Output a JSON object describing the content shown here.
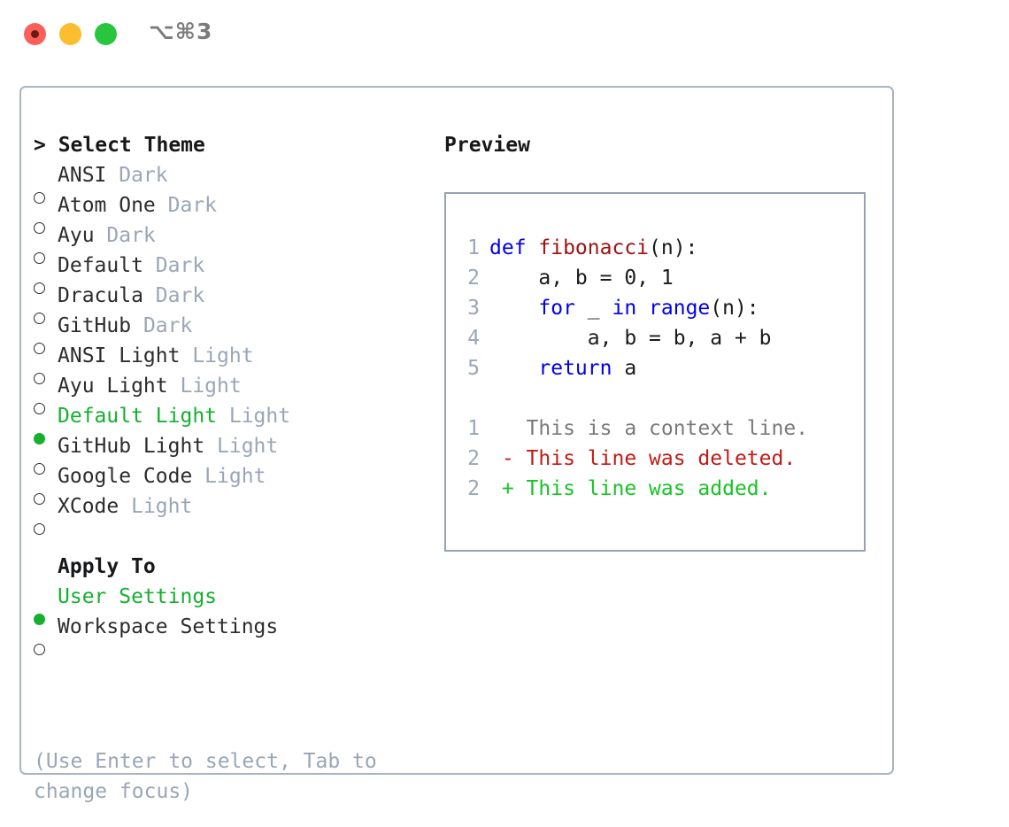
{
  "titlebar": {
    "traffic_lights": [
      "close-red",
      "minimize-yellow",
      "maximize-green"
    ],
    "shortcut": "⌥⌘3"
  },
  "theme_panel": {
    "header": "> Select Theme",
    "marker_unselected": "○",
    "marker_selected": "●",
    "items": [
      {
        "label": "ANSI",
        "suffix": "Dark",
        "selected": false
      },
      {
        "label": "Atom One",
        "suffix": "Dark",
        "selected": false
      },
      {
        "label": "Ayu",
        "suffix": "Dark",
        "selected": false
      },
      {
        "label": "Default",
        "suffix": "Dark",
        "selected": false
      },
      {
        "label": "Dracula",
        "suffix": "Dark",
        "selected": false
      },
      {
        "label": "GitHub",
        "suffix": "Dark",
        "selected": false
      },
      {
        "label": "ANSI Light",
        "suffix": "Light",
        "selected": false
      },
      {
        "label": "Ayu Light",
        "suffix": "Light",
        "selected": false
      },
      {
        "label": "Default Light",
        "suffix": "Light",
        "selected": true
      },
      {
        "label": "GitHub Light",
        "suffix": "Light",
        "selected": false
      },
      {
        "label": "Google Code",
        "suffix": "Light",
        "selected": false
      },
      {
        "label": "XCode",
        "suffix": "Light",
        "selected": false
      }
    ]
  },
  "apply_to": {
    "header": "Apply To",
    "items": [
      {
        "label": "User Settings",
        "selected": true
      },
      {
        "label": "Workspace Settings",
        "selected": false
      }
    ]
  },
  "help_text": "(Use Enter to select, Tab to change focus)",
  "preview": {
    "title": "Preview",
    "code_lines": [
      {
        "no": "1",
        "tokens": [
          {
            "t": "def ",
            "c": "kw"
          },
          {
            "t": "fibonacci",
            "c": "fn"
          },
          {
            "t": "(n):",
            "c": "txt"
          }
        ]
      },
      {
        "no": "2",
        "tokens": [
          {
            "t": "    a, b = 0, 1",
            "c": "txt"
          }
        ]
      },
      {
        "no": "3",
        "tokens": [
          {
            "t": "    for ",
            "c": "kw"
          },
          {
            "t": "_ ",
            "c": "txt"
          },
          {
            "t": "in range",
            "c": "kw"
          },
          {
            "t": "(n):",
            "c": "txt"
          }
        ]
      },
      {
        "no": "4",
        "tokens": [
          {
            "t": "        a, b = b, a + b",
            "c": "txt"
          }
        ]
      },
      {
        "no": "5",
        "tokens": [
          {
            "t": "    return ",
            "c": "kw"
          },
          {
            "t": "a",
            "c": "txt"
          }
        ]
      }
    ],
    "diff_lines": [
      {
        "no": "1",
        "tokens": [
          {
            "t": "   This is a context line.",
            "c": "ctx"
          }
        ]
      },
      {
        "no": "2",
        "tokens": [
          {
            "t": " - This line was deleted.",
            "c": "del"
          }
        ]
      },
      {
        "no": "2",
        "tokens": [
          {
            "t": " + This line was added.",
            "c": "add"
          }
        ]
      }
    ]
  },
  "colors": {
    "accent_green": "#14b02e",
    "muted": "#9aa6b7",
    "border": "#aab4c2",
    "preview_border": "#96a2b3",
    "keyword_blue": "#0000e8",
    "function_red": "#a11212",
    "diff_delete": "#c21b15",
    "diff_add": "#16c425",
    "traffic_red": "#fb6058",
    "traffic_yellow": "#fcbd2e",
    "traffic_green": "#28c63f"
  }
}
